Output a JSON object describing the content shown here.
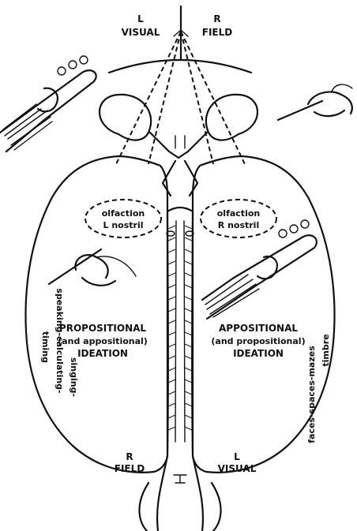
{
  "visual_field_top": {
    "left": [
      "L",
      "VISUAL"
    ],
    "right": [
      "R",
      "FIELD"
    ]
  },
  "olfaction_left": [
    "olfaction",
    "L nostril"
  ],
  "olfaction_right": [
    "olfaction",
    "R nostril"
  ],
  "left_hemisphere": {
    "ideation": [
      "PROPOSITIONAL",
      "(and appositional)",
      "IDEATION"
    ],
    "margin_labels": [
      "timing",
      "speaking-calculating-",
      "singing-"
    ],
    "visual_field": [
      "R",
      "FIELD"
    ]
  },
  "right_hemisphere": {
    "ideation": [
      "APPOSITIONAL",
      "(and propositional)",
      "IDEATION"
    ],
    "margin_labels": [
      "timbre",
      "faces-spaces-mazes"
    ],
    "visual_field": [
      "L",
      "VISUAL"
    ]
  },
  "colors": {
    "ink": "#111111",
    "paper": "#ffffff"
  }
}
